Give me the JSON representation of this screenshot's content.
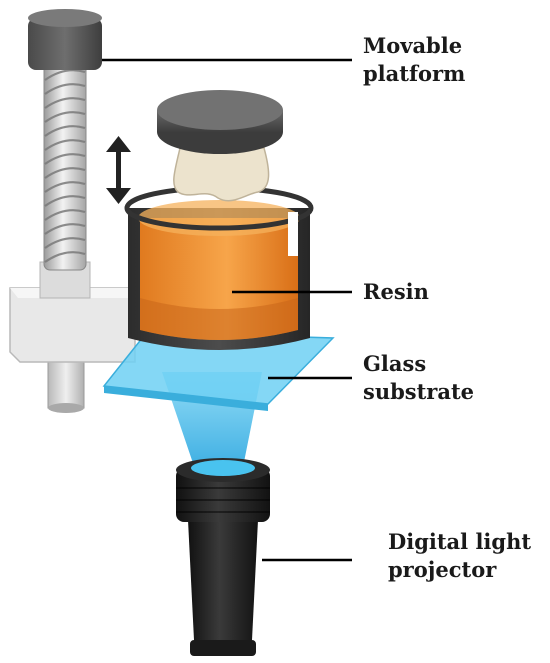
{
  "labels": {
    "movable_platform": [
      "Movable",
      "platform"
    ],
    "resin": [
      "Resin"
    ],
    "glass_substrate": [
      "Glass",
      "substrate"
    ],
    "digital_light_projector": [
      "Digital light",
      "projector"
    ]
  },
  "colors": {
    "resin": "#f0922f",
    "glass": "#5fc8ee",
    "platform": "#5b5b5b",
    "projector": "#222222",
    "bracket": "#e6e6e6",
    "part": "#e8dfc9",
    "leader": "#000000"
  },
  "icons": [
    "double-arrow-icon",
    "lead-screw-icon"
  ]
}
